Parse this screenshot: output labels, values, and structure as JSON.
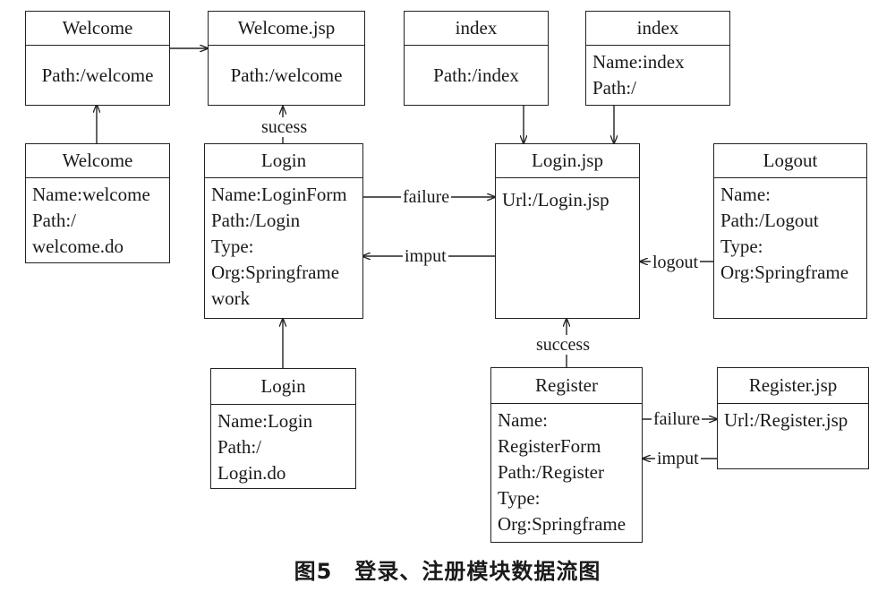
{
  "boxes": {
    "welcome_top": {
      "title": "Welcome",
      "lines": [
        "Path:/welcome"
      ]
    },
    "welcome_jsp": {
      "title": "Welcome.jsp",
      "lines": [
        "Path:/welcome"
      ]
    },
    "index_a": {
      "title": "index",
      "lines": [
        "Path:/index"
      ]
    },
    "index_b": {
      "title": "index",
      "lines": [
        "Name:index",
        "Path:/"
      ]
    },
    "welcome_do": {
      "title": "Welcome",
      "lines": [
        "Name:welcome",
        "Path:/",
        "welcome.do"
      ]
    },
    "login_form": {
      "title": "Login",
      "lines": [
        "Name:LoginForm",
        "Path:/Login",
        "Type:",
        "Org:Springframe",
        "work"
      ]
    },
    "login_jsp": {
      "title": "Login.jsp",
      "lines": [
        "Url:/Login.jsp"
      ]
    },
    "logout": {
      "title": "Logout",
      "lines": [
        "Name:",
        "Path:/Logout",
        "Type:",
        "Org:Springframe"
      ]
    },
    "login_do": {
      "title": "Login",
      "lines": [
        "Name:Login",
        "Path:/",
        "Login.do"
      ]
    },
    "register": {
      "title": "Register",
      "lines": [
        "Name:",
        "RegisterForm",
        "Path:/Register",
        "Type:",
        "Org:Springframe"
      ]
    },
    "register_jsp": {
      "title": "Register.jsp",
      "lines": [
        "Url:/Register.jsp"
      ]
    }
  },
  "edges": {
    "sucess": "sucess",
    "failure_login": "failure",
    "imput_login": "imput",
    "logout": "logout",
    "success_register": "success",
    "failure_register": "failure",
    "imput_register": "imput"
  },
  "caption": "图5　登录、注册模块数据流图"
}
